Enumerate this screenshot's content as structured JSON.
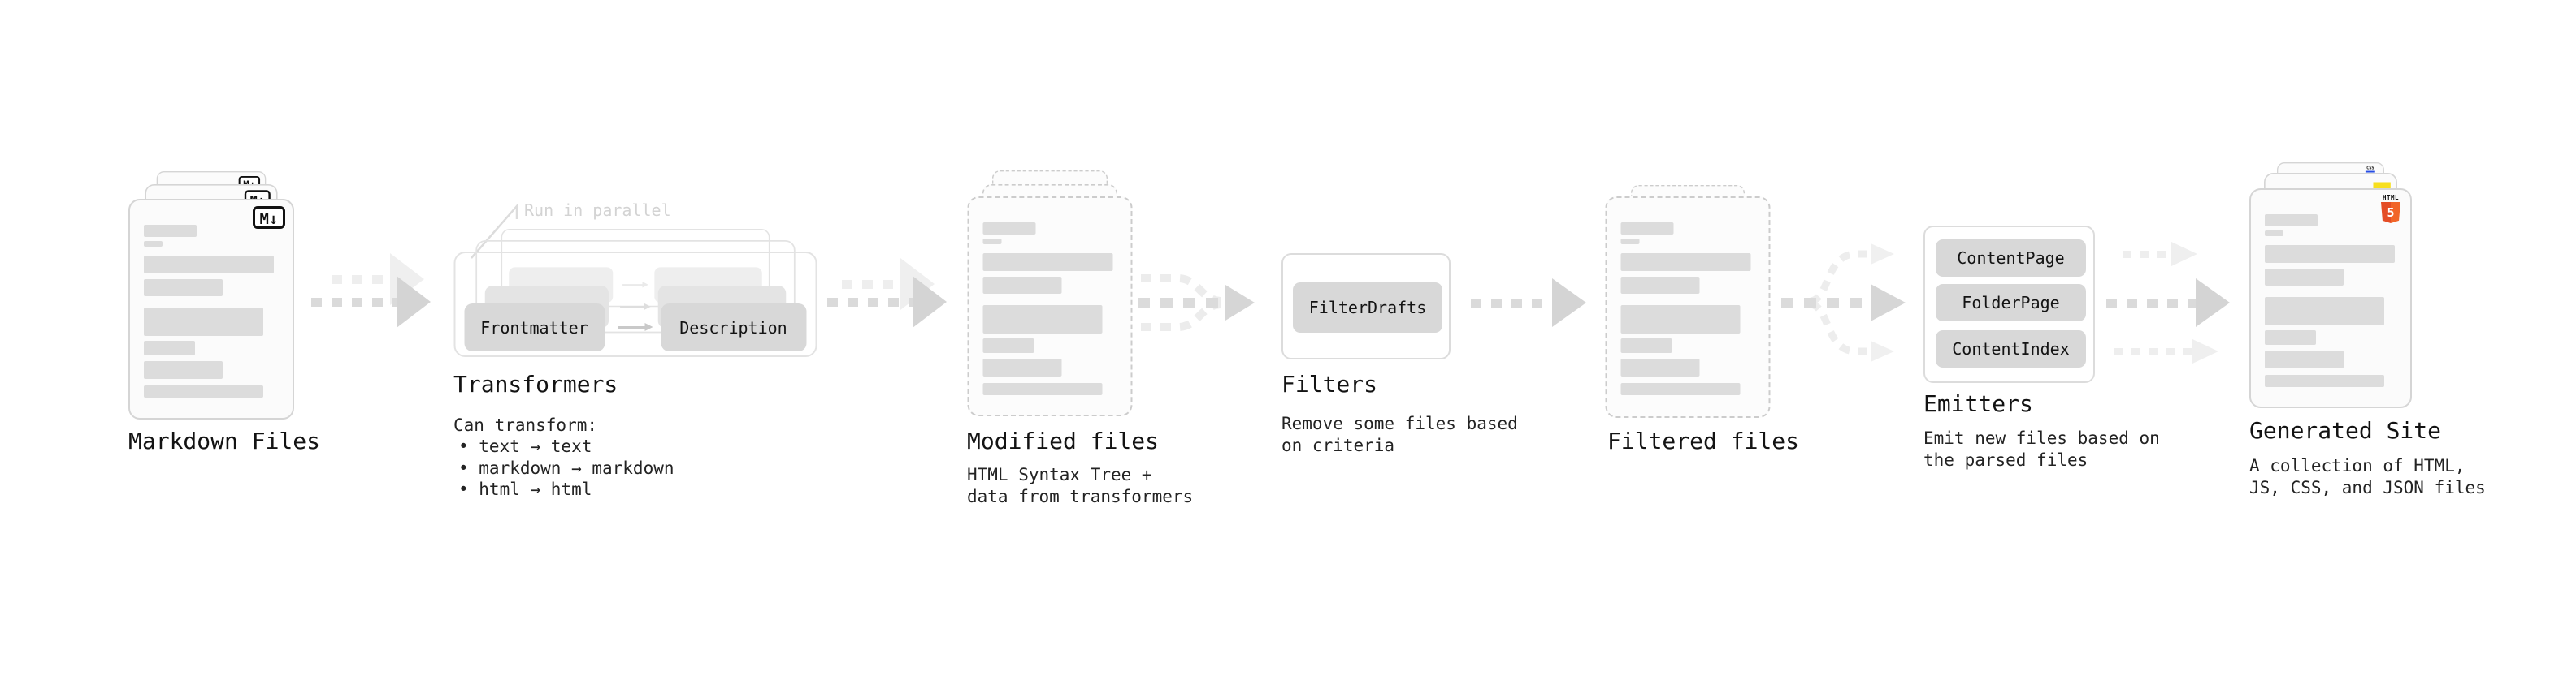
{
  "colors": {
    "background": "#ffffff",
    "card_fill": "#fbfbfb",
    "bar_gray": "#dcdcdc",
    "box_gray": "#d8d8d8",
    "arrow_gray": "#d6d6d6",
    "arrow_light": "#eeeeee",
    "html5_orange": "#e44d26",
    "html5_orange_light": "#f16529",
    "js_yellow": "#f7df1e",
    "css_blue": "#264de4"
  },
  "stages": {
    "markdown_files": {
      "title": "Markdown Files",
      "badge": "M↓"
    },
    "transformers": {
      "title": "Transformers",
      "note": "Run in parallel",
      "input_box": "Frontmatter",
      "output_box": "Description",
      "subtitle": "Can transform:",
      "bullets": [
        "• text → text",
        "• markdown → markdown",
        "• html → html"
      ]
    },
    "modified_files": {
      "title": "Modified files",
      "subtitle_line1": "HTML Syntax Tree +",
      "subtitle_line2": "data from transformers"
    },
    "filters": {
      "title": "Filters",
      "box": "FilterDrafts",
      "subtitle_line1": "Remove some files based",
      "subtitle_line2": "on criteria"
    },
    "filtered_files": {
      "title": "Filtered files"
    },
    "emitters": {
      "title": "Emitters",
      "boxes": [
        "ContentPage",
        "FolderPage",
        "ContentIndex"
      ],
      "subtitle_line1": "Emit new files based on",
      "subtitle_line2": "the parsed files"
    },
    "generated_site": {
      "title": "Generated Site",
      "subtitle_line1": "A collection of HTML,",
      "subtitle_line2": "JS, CSS, and JSON files",
      "html5_badge_word": "HTML",
      "html5_badge_digit": "5",
      "css_badge": "CSS"
    }
  }
}
